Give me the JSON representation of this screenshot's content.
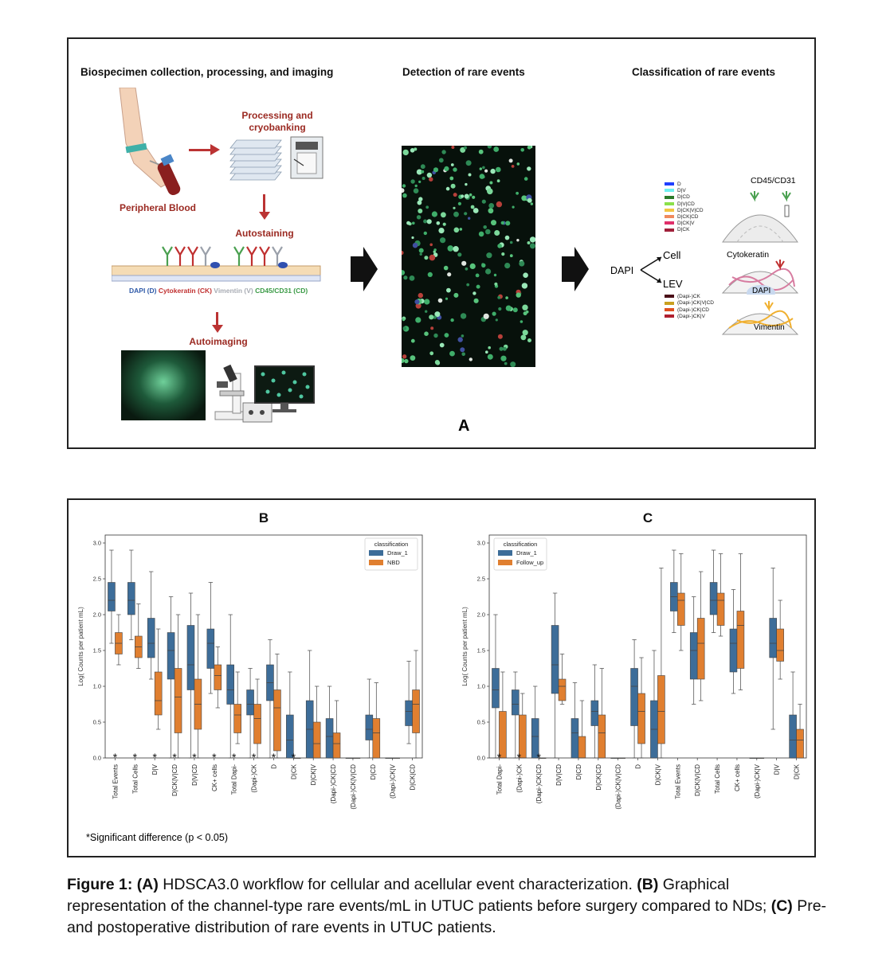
{
  "panel_a": {
    "header_left": "Biospecimen collection, processing, and imaging",
    "header_mid": "Detection of rare events",
    "header_right": "Classification of rare events",
    "label_blood": "Peripheral Blood",
    "label_processing": "Processing and cryobanking",
    "label_autostaining": "Autostaining",
    "label_autoimaging": "Autoimaging",
    "stain_dapi": "DAPI (D)",
    "stain_ck": "Cytokeratin (CK)",
    "stain_vim": "Vimentin (V)",
    "stain_cd": "CD45/CD31 (CD)",
    "dapi": "DAPI",
    "cell": "Cell",
    "lev": "LEV",
    "cd45": "CD45/CD31",
    "cytokeratin": "Cytokeratin",
    "dapi_small": "DAPI",
    "vimentin": "Vimentin",
    "letter": "A",
    "cell_legend": [
      {
        "label": "D",
        "color": "#1f3fff"
      },
      {
        "label": "D|V",
        "color": "#6ff0f0"
      },
      {
        "label": "D|CD",
        "color": "#2a7a2a"
      },
      {
        "label": "D|V|CD",
        "color": "#8be04a"
      },
      {
        "label": "D|CK|V|CD",
        "color": "#f2c542"
      },
      {
        "label": "D|CK|CD",
        "color": "#f08a5d"
      },
      {
        "label": "D|CK|V",
        "color": "#e0306a"
      },
      {
        "label": "D|CK",
        "color": "#a0203a"
      }
    ],
    "lev_legend": [
      {
        "label": "(Dapi-)CK",
        "color": "#4a0f18"
      },
      {
        "label": "(Dapi-)CK|V|CD",
        "color": "#c9a020"
      },
      {
        "label": "(Dapi-)CK|CD",
        "color": "#e05020"
      },
      {
        "label": "(Dapi-)CK|V",
        "color": "#b02030"
      }
    ]
  },
  "chart_data": [
    {
      "type": "box",
      "title": "B",
      "ylabel": "Log( Counts per patient mL)",
      "ylim": [
        0,
        3.0
      ],
      "yticks": [
        "0.0",
        "0.5",
        "1.0",
        "1.5",
        "2.0",
        "2.5",
        "3.0"
      ],
      "legend_title": "classification",
      "legend_position": "top-right",
      "categories": [
        "Total Events",
        "Total Cells",
        "D|V",
        "D|CK|V|CD",
        "D|V|CD",
        "CK+ cells",
        "Total Dapi-",
        "(Dapi-)CK",
        "D",
        "D|CK",
        "D|CK|V",
        "(Dapi-)CK|CD",
        "(Dapi-)CK|V|CD",
        "D|CD",
        "(Dapi-)CK|V",
        "D|CK|CD"
      ],
      "significant": [
        true,
        true,
        true,
        true,
        true,
        true,
        true,
        true,
        true,
        true,
        false,
        false,
        false,
        false,
        false,
        false
      ],
      "series": [
        {
          "name": "Draw_1",
          "color": "#3d6d99",
          "boxes": [
            [
              1.6,
              2.05,
              2.2,
              2.45,
              2.9
            ],
            [
              1.65,
              2.0,
              2.2,
              2.45,
              2.9
            ],
            [
              1.1,
              1.4,
              1.6,
              1.95,
              2.6
            ],
            [
              0.0,
              1.1,
              1.5,
              1.75,
              2.25
            ],
            [
              0.0,
              0.95,
              1.3,
              1.85,
              2.3
            ],
            [
              0.9,
              1.25,
              1.6,
              1.8,
              2.45
            ],
            [
              0.0,
              0.75,
              0.95,
              1.3,
              2.0
            ],
            [
              0.0,
              0.6,
              0.75,
              0.95,
              1.25
            ],
            [
              0.0,
              0.8,
              1.05,
              1.3,
              1.65
            ],
            [
              0.0,
              0.0,
              0.25,
              0.6,
              1.2
            ],
            [
              0.0,
              0.0,
              0.4,
              0.8,
              1.5
            ],
            [
              0.0,
              0.0,
              0.3,
              0.55,
              1.0
            ],
            [
              0.0,
              0.0,
              0.0,
              0.0,
              0.0
            ],
            [
              0.0,
              0.25,
              0.4,
              0.6,
              1.1
            ],
            [
              0.0,
              0.0,
              0.0,
              0.0,
              0.0
            ],
            [
              0.2,
              0.45,
              0.65,
              0.8,
              1.35
            ]
          ]
        },
        {
          "name": "NBD",
          "color": "#e07f30",
          "boxes": [
            [
              1.3,
              1.45,
              1.6,
              1.75,
              2.0
            ],
            [
              1.25,
              1.4,
              1.55,
              1.7,
              2.15
            ],
            [
              0.4,
              0.6,
              0.8,
              1.2,
              1.8
            ],
            [
              0.0,
              0.35,
              0.85,
              1.25,
              2.0
            ],
            [
              0.0,
              0.4,
              0.75,
              1.1,
              2.0
            ],
            [
              0.7,
              0.95,
              1.15,
              1.3,
              1.55
            ],
            [
              0.2,
              0.35,
              0.6,
              0.75,
              1.2
            ],
            [
              0.0,
              0.2,
              0.55,
              0.75,
              1.1
            ],
            [
              0.0,
              0.1,
              0.7,
              0.95,
              1.45
            ],
            [
              0.0,
              0.0,
              0.0,
              0.0,
              0.0
            ],
            [
              0.0,
              0.0,
              0.2,
              0.5,
              1.0
            ],
            [
              0.0,
              0.0,
              0.2,
              0.35,
              0.8
            ],
            [
              0.0,
              0.0,
              0.0,
              0.0,
              0.0
            ],
            [
              0.0,
              0.0,
              0.35,
              0.55,
              1.05
            ],
            [
              0.0,
              0.0,
              0.0,
              0.0,
              0.0
            ],
            [
              0.0,
              0.35,
              0.75,
              0.95,
              1.5
            ]
          ]
        }
      ]
    },
    {
      "type": "box",
      "title": "C",
      "ylabel": "Log( Counts per patient mL)",
      "ylim": [
        0,
        3.0
      ],
      "yticks": [
        "0.0",
        "0.5",
        "1.0",
        "1.5",
        "2.0",
        "2.5",
        "3.0"
      ],
      "legend_title": "classification",
      "legend_position": "top-left",
      "categories": [
        "Total Dapi-",
        "(Dapi-)CK",
        "(Dapi-)CK|CD",
        "D|V|CD",
        "D|CD",
        "D|CK|CD",
        "(Dapi-)CK|V|CD",
        "D",
        "D|CK|V",
        "Total Events",
        "D|CK|V|CD",
        "Total Cells",
        "CK+ cells",
        "(Dapi-)CK|V",
        "D|V",
        "D|CK"
      ],
      "significant": [
        true,
        true,
        true,
        false,
        false,
        false,
        false,
        false,
        false,
        false,
        false,
        false,
        false,
        false,
        false,
        false
      ],
      "series": [
        {
          "name": "Draw_1",
          "color": "#3d6d99",
          "boxes": [
            [
              0.0,
              0.7,
              0.95,
              1.25,
              2.0
            ],
            [
              0.0,
              0.6,
              0.75,
              0.95,
              1.2
            ],
            [
              0.0,
              0.0,
              0.3,
              0.55,
              1.0
            ],
            [
              0.0,
              0.9,
              1.3,
              1.85,
              2.3
            ],
            [
              0.0,
              0.0,
              0.35,
              0.55,
              1.05
            ],
            [
              0.0,
              0.45,
              0.65,
              0.8,
              1.3
            ],
            [
              0.0,
              0.0,
              0.0,
              0.0,
              0.0
            ],
            [
              0.0,
              0.45,
              1.0,
              1.25,
              1.65
            ],
            [
              0.0,
              0.0,
              0.4,
              0.8,
              1.5
            ],
            [
              1.75,
              2.05,
              2.25,
              2.45,
              2.9
            ],
            [
              0.75,
              1.1,
              1.5,
              1.75,
              2.25
            ],
            [
              1.75,
              2.0,
              2.2,
              2.45,
              2.9
            ],
            [
              0.9,
              1.2,
              1.6,
              1.8,
              2.35
            ],
            [
              0.0,
              0.0,
              0.0,
              0.0,
              0.0
            ],
            [
              0.4,
              1.4,
              1.6,
              1.95,
              2.65
            ],
            [
              0.0,
              0.0,
              0.25,
              0.6,
              1.2
            ]
          ]
        },
        {
          "name": "Follow_up",
          "color": "#e07f30",
          "boxes": [
            [
              0.0,
              0.0,
              0.0,
              0.65,
              1.2
            ],
            [
              0.0,
              0.0,
              0.0,
              0.6,
              0.9
            ],
            [
              0.0,
              0.0,
              0.0,
              0.0,
              0.0
            ],
            [
              0.75,
              0.8,
              1.0,
              1.1,
              1.45
            ],
            [
              0.0,
              0.0,
              0.0,
              0.3,
              0.8
            ],
            [
              0.0,
              0.0,
              0.35,
              0.6,
              1.25
            ],
            [
              0.0,
              0.0,
              0.0,
              0.0,
              0.0
            ],
            [
              0.0,
              0.2,
              0.65,
              0.9,
              1.4
            ],
            [
              0.0,
              0.2,
              0.65,
              1.15,
              2.65
            ],
            [
              1.5,
              1.85,
              2.2,
              2.3,
              2.85
            ],
            [
              0.8,
              1.1,
              1.6,
              1.95,
              2.6
            ],
            [
              1.7,
              1.85,
              2.2,
              2.3,
              2.85
            ],
            [
              0.95,
              1.25,
              1.85,
              2.05,
              2.85
            ],
            [
              0.0,
              0.0,
              0.0,
              0.0,
              0.0
            ],
            [
              1.1,
              1.35,
              1.5,
              1.8,
              2.2
            ],
            [
              0.0,
              0.0,
              0.25,
              0.4,
              0.75
            ]
          ]
        }
      ]
    }
  ],
  "footnote": "*Significant difference (p < 0.05)",
  "caption": {
    "fig": "Figure 1:",
    "a": "(A)",
    "a_text": " HDSCA3.0 workflow for cellular and acellular event characterization. ",
    "b": "(B)",
    "b_text": " Graphical representation of the channel-type rare events/mL in UTUC patients before surgery compared to NDs; ",
    "c": "(C)",
    "c_text": " Pre- and postoperative distribution of rare events in UTUC patients."
  }
}
